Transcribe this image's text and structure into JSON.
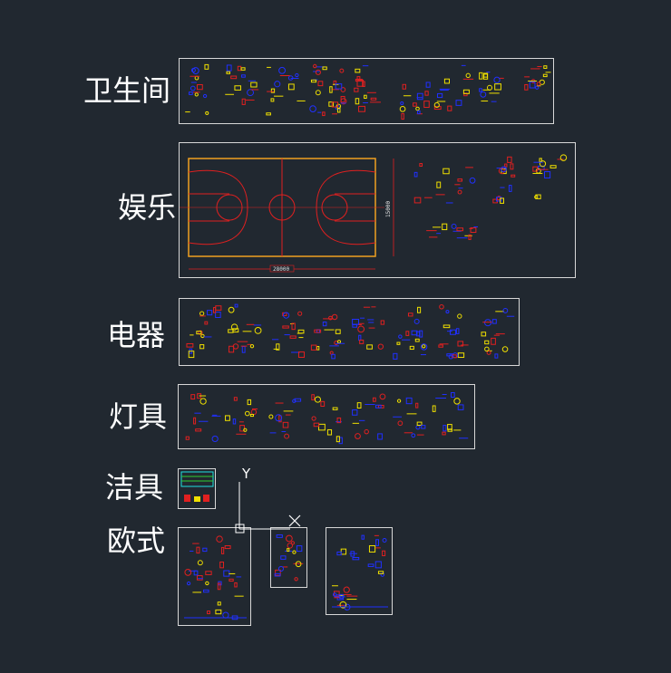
{
  "drawing": {
    "background": "#212830",
    "frame_color": "#d8d8d8",
    "accent_red": "#e02020",
    "accent_yellow": "#f0e000",
    "accent_blue": "#2030ff",
    "accent_cyan": "#20e0e0",
    "accent_green": "#30d030",
    "court_outline": "#f0a020"
  },
  "groups": [
    {
      "id": "bathroom",
      "label": "卫生间"
    },
    {
      "id": "entertainment",
      "label": "娱乐"
    },
    {
      "id": "appliances",
      "label": "电器"
    },
    {
      "id": "lighting",
      "label": "灯具"
    },
    {
      "id": "sanitary",
      "label": "洁具"
    },
    {
      "id": "european",
      "label": "欧式"
    }
  ],
  "court": {
    "width_dimension": "28000",
    "height_dimension": "15000"
  },
  "ucs": {
    "y_label": "Y",
    "x_label": "X",
    "x_icon": "cross-icon"
  }
}
